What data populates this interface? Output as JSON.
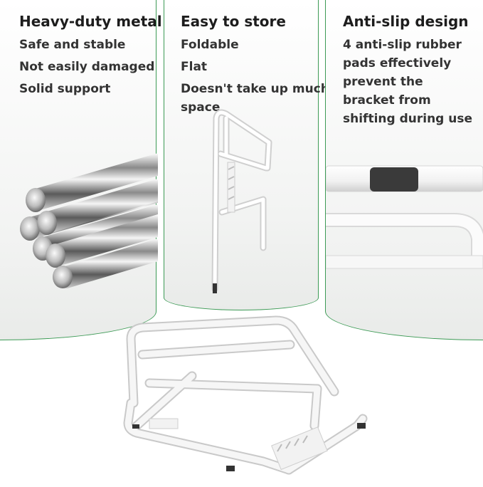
{
  "panels": [
    {
      "title": "Heavy-duty metal",
      "lines": [
        "Safe and stable",
        "Not easily damaged",
        "Solid support"
      ],
      "illustration": "steel-rods"
    },
    {
      "title": "Easy to store",
      "lines": [
        "Foldable",
        "Flat",
        "Doesn't take up much",
        "space"
      ],
      "illustration": "folded-stand"
    },
    {
      "title": "Anti-slip design",
      "lines": [
        "4 anti-slip rubber",
        "pads effectively",
        "prevent the",
        "bracket from",
        "shifting during use"
      ],
      "illustration": "rubber-pad-closeup"
    }
  ],
  "product_image": "white-metal-tilted-stand",
  "colors": {
    "border": "#3c9a55",
    "frame": "#f4f4f4",
    "rubber": "#3a3a3a",
    "chrome": "#9a9a9a"
  }
}
